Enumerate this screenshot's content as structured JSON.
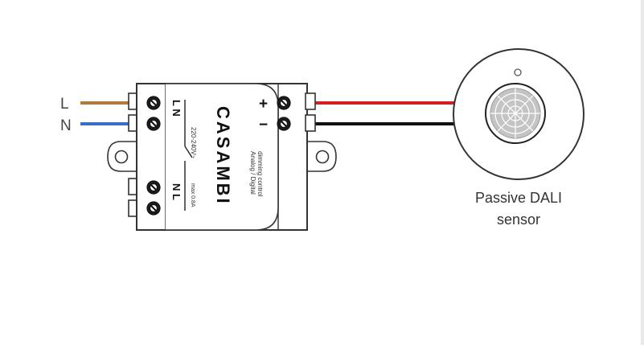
{
  "wires": {
    "mains": [
      {
        "label": "L",
        "color": "#b07a3c"
      },
      {
        "label": "N",
        "color": "#3a6fc1"
      }
    ],
    "sensor": [
      {
        "label": "+",
        "color": "#d21f1f"
      },
      {
        "label": "−",
        "color": "#111111"
      }
    ]
  },
  "device": {
    "brand": "CASAMBI",
    "input_terminals": "L N",
    "output_terminals": "N L",
    "voltage": "220-240V~",
    "rating": "max 0.8A",
    "function_text": "Analog / Digital\ndimming control"
  },
  "sensor": {
    "name_line1": "Passive DALI",
    "name_line2": "sensor"
  },
  "colors": {
    "outline": "#333333",
    "body": "#ffffff",
    "lens": "#b9b9b9"
  }
}
